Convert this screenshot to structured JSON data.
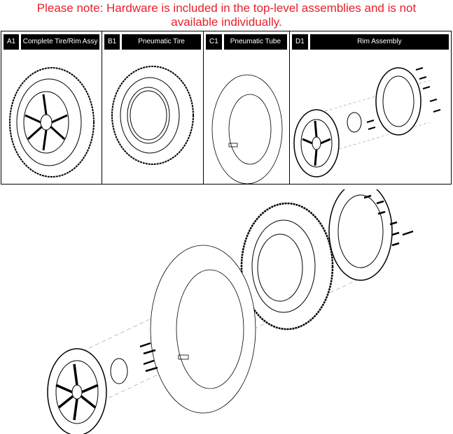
{
  "note": {
    "line1": "Please note: Hardware is included in the top-level assemblies and is not",
    "line2": "available individually."
  },
  "panels": [
    {
      "id": "A1",
      "label": "Complete Tire/Rim Assy"
    },
    {
      "id": "B1",
      "label": "Pneumatic Tire"
    },
    {
      "id": "C1",
      "label": "Pneumatic Tube"
    },
    {
      "id": "D1",
      "label": "Rim Assembly"
    }
  ]
}
